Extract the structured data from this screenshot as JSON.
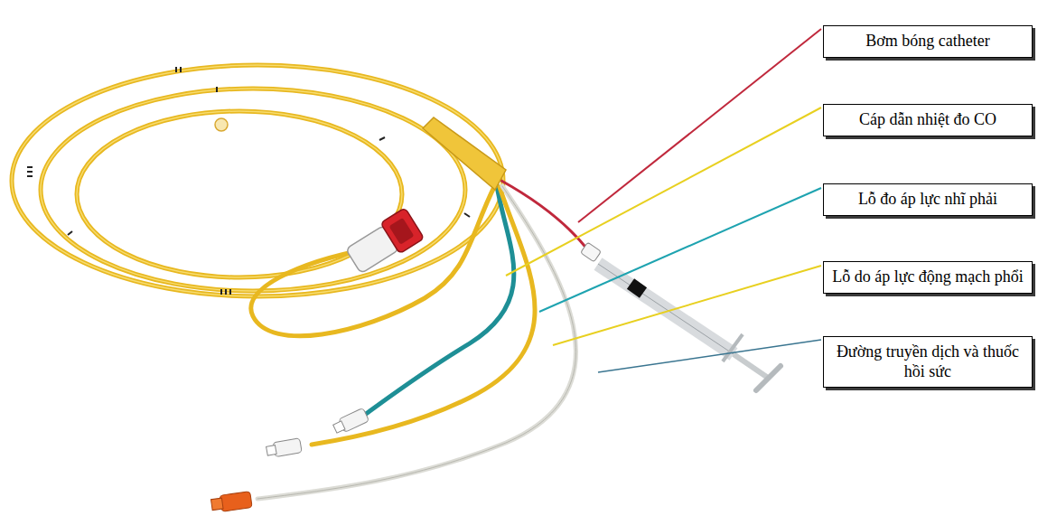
{
  "diagram": {
    "nodes": [
      {
        "text": [
          "Bơm bóng catheter"
        ]
      },
      {
        "text": [
          "Cáp dẫn nhiệt đo CO"
        ]
      },
      {
        "text": [
          "Lỗ đo áp lực nhĩ phải"
        ]
      },
      {
        "text": [
          "Lỗ do áp lực động mạch phổi"
        ]
      },
      {
        "text": [
          "Đường truyền dịch và thuốc hồi sức"
        ]
      }
    ]
  }
}
